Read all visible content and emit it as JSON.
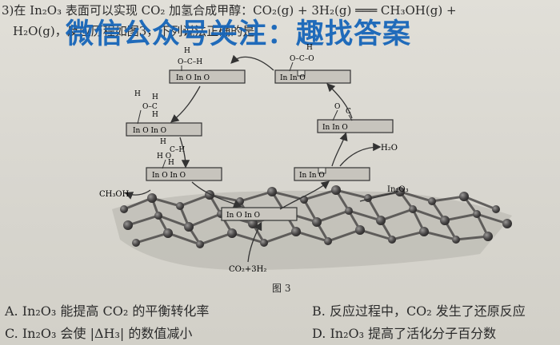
{
  "question": {
    "line1": "3)在 In₂O₃ 表面可以实现 CO₂ 加氢合成甲醇：CO₂(g) + 3H₂(g) ═══ CH₃OH(g) +",
    "line2": "H₂O(g)，反应历程如图3，下列说法正确的是",
    "watermark": "微信公众号关注：趣找答案"
  },
  "figure": {
    "caption": "图 3",
    "labels": {
      "in2o3": "In₂O₃",
      "ch3oh": "CH₃OH",
      "h2o": "H₂O",
      "reactants": "CO₂+3H₂"
    },
    "surface_text": "In  O  In  O"
  },
  "options": [
    {
      "letter": "A.",
      "text": "In₂O₃ 能提高 CO₂ 的平衡转化率"
    },
    {
      "letter": "B.",
      "text": "反应过程中，CO₂ 发生了还原反应"
    },
    {
      "letter": "C.",
      "text": "In₂O₃ 会使 |ΔH₃| 的数值减小"
    },
    {
      "letter": "D.",
      "text": "In₂O₃ 提高了活化分子百分数"
    }
  ],
  "colors": {
    "watermark": "#1665b9",
    "slab": "#c7c4bd",
    "lattice": "#5a5858"
  }
}
